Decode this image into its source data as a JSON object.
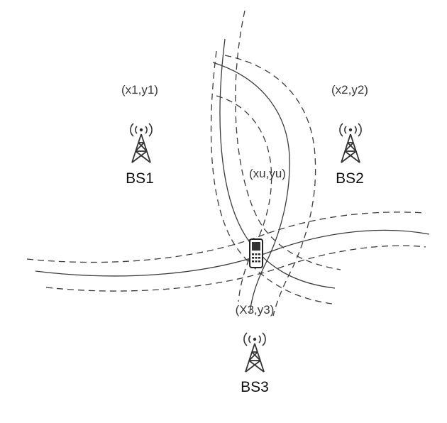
{
  "stations": [
    {
      "name": "BS1",
      "coord": "(x1,y1)"
    },
    {
      "name": "BS2",
      "coord": "(x2,y2)"
    },
    {
      "name": "BS3",
      "coord": "(X3,y3)"
    }
  ],
  "user": {
    "coord": "(xu,yu)",
    "icon": "mobile-phone-icon"
  },
  "icons": {
    "station": "cell-tower-icon"
  }
}
